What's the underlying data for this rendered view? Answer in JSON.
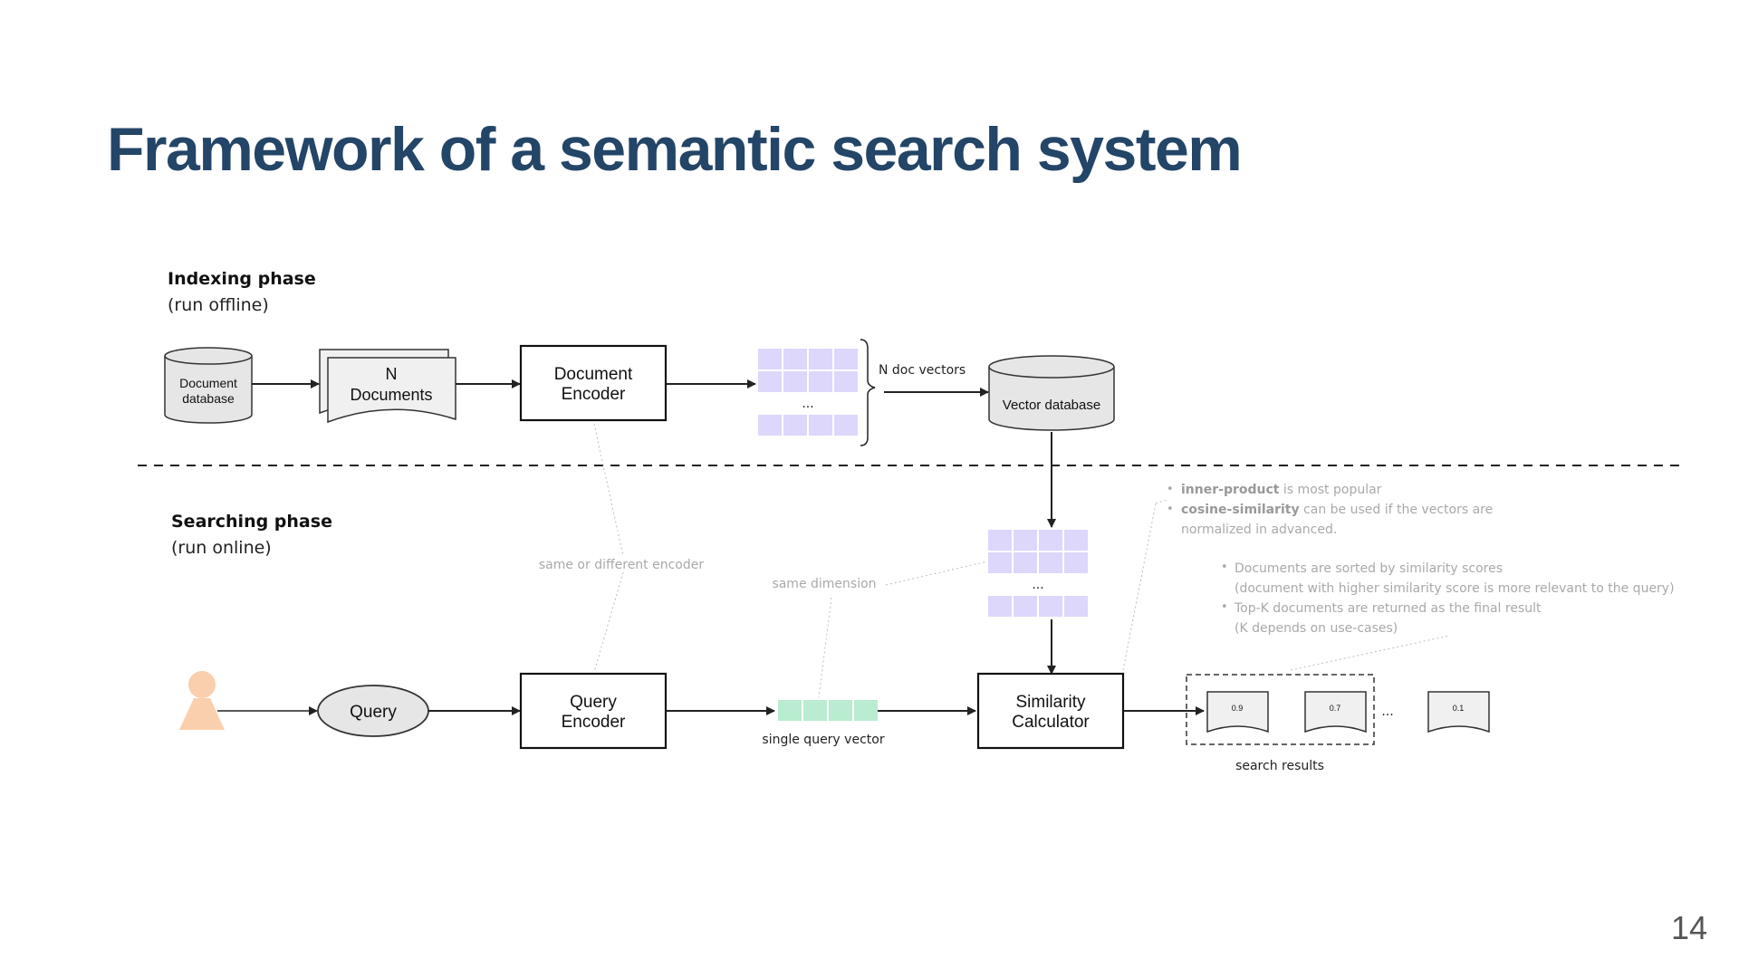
{
  "slide": {
    "title": "Framework of a semantic search system",
    "page_number": "14"
  },
  "indexing_phase": {
    "title": "Indexing phase",
    "subtitle": "(run offline)",
    "document_database": [
      "Document",
      "database"
    ],
    "n_documents": [
      "N",
      "Documents"
    ],
    "document_encoder": [
      "Document",
      "Encoder"
    ],
    "ellipsis": "...",
    "doc_vectors_label": "N doc vectors",
    "vector_database": "Vector database"
  },
  "searching_phase": {
    "title": "Searching phase",
    "subtitle": "(run online)",
    "query": "Query",
    "query_encoder": [
      "Query",
      "Encoder"
    ],
    "query_vector_label": "single query vector",
    "similarity_calculator": [
      "Similarity",
      "Calculator"
    ],
    "vectors_ellipsis": "...",
    "search_results_label": "search results",
    "results_ellipsis": "...",
    "result_scores": [
      "0.9",
      "0.7",
      "0.1"
    ]
  },
  "annotations": {
    "encoder_note": "same or different encoder",
    "dimension_note": "same dimension",
    "similarity_notes": [
      {
        "bold": "inner-product",
        "rest": " is most popular",
        "bullet": true
      },
      {
        "bold": "cosine-similarity",
        "rest": " can be used if the vectors are",
        "bullet": true
      },
      {
        "bold": "",
        "rest": "normalized in advanced.",
        "bullet": false
      }
    ],
    "result_notes": [
      {
        "text": "Documents are sorted by similarity scores",
        "bullet": true
      },
      {
        "text": "(document with higher similarity score is more relevant to the query)",
        "bullet": false
      },
      {
        "text": "Top-K documents are returned as the final result",
        "bullet": true
      },
      {
        "text": "(K depends on use-cases)",
        "bullet": false
      }
    ]
  },
  "colors": {
    "title": "#234567",
    "doc_vector_cells": "#dcd7fb",
    "query_vector_cells": "#b9ecd0",
    "person_icon": "#f9cfad",
    "cylinder_fill": "#e6e6e6"
  }
}
